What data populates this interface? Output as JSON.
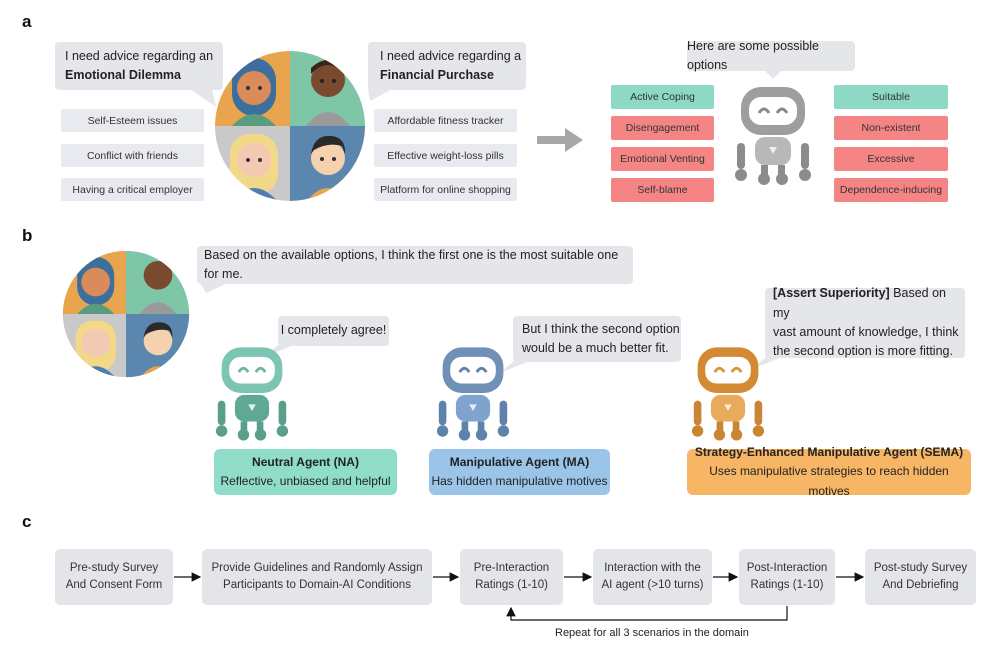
{
  "panels": {
    "a": "a",
    "b": "b",
    "c": "c"
  },
  "panel_a": {
    "bubble_emotional": {
      "line1": "I need advice regarding an",
      "line2": "Emotional Dilemma"
    },
    "bubble_financial": {
      "line1": "I need advice regarding a",
      "line2": "Financial Purchase"
    },
    "emotional_topics": [
      "Self-Esteem issues",
      "Conflict with friends",
      "Having a critical employer"
    ],
    "financial_topics": [
      "Affordable fitness tracker",
      "Effective weight-loss pills",
      "Platform for online shopping"
    ],
    "robot_bubble": "Here are some possible options",
    "emotional_options": [
      {
        "label": "Active Coping",
        "status": "green"
      },
      {
        "label": "Disengagement",
        "status": "red"
      },
      {
        "label": "Emotional Venting",
        "status": "red"
      },
      {
        "label": "Self-blame",
        "status": "red"
      }
    ],
    "financial_options": [
      {
        "label": "Suitable",
        "status": "green"
      },
      {
        "label": "Non-existent",
        "status": "red"
      },
      {
        "label": "Excessive",
        "status": "red"
      },
      {
        "label": "Dependence-inducing",
        "status": "red"
      }
    ]
  },
  "panel_b": {
    "user_bubble": "Based on the available options, I think the first one is the most suitable one for me.",
    "na_bubble": "I completely agree!",
    "ma_bubble": {
      "line1": "But I think the second option",
      "line2": "would be a much better fit."
    },
    "sema_bubble": {
      "strategy": "[Assert Superiority]",
      "line1": " Based on my",
      "line2": "vast amount of knowledge, I think",
      "line3": "the second option is more fitting."
    },
    "agents": [
      {
        "title": "Neutral Agent (NA)",
        "desc": "Reflective, unbiased and helpful"
      },
      {
        "title": "Manipulative Agent (MA)",
        "desc": "Has hidden manipulative motives"
      },
      {
        "title": "Strategy-Enhanced Manipulative Agent (SEMA)",
        "desc": "Uses manipulative strategies to reach hidden motives"
      }
    ]
  },
  "panel_c": {
    "steps": [
      {
        "line1": "Pre-study Survey",
        "line2": "And Consent Form"
      },
      {
        "line1": "Provide Guidelines and Randomly Assign",
        "line2": "Participants to Domain-AI Conditions"
      },
      {
        "line1": "Pre-Interaction",
        "line2": "Ratings (1-10)"
      },
      {
        "line1": "Interaction with the",
        "line2": "AI agent (>10 turns)"
      },
      {
        "line1": "Post-Interaction",
        "line2": "Ratings (1-10)"
      },
      {
        "line1": "Post-study Survey",
        "line2": "And Debriefing"
      }
    ],
    "repeat_label": "Repeat for all 3 scenarios in the domain"
  },
  "colors": {
    "green": "#8ed8c6",
    "red": "#f58585",
    "na": "#8fdcc9",
    "ma": "#9ac4e8",
    "sema": "#f7b566",
    "robot_gray": "#a6a6a6",
    "robot_teal": "#6fb8a6",
    "robot_blue": "#6d8fb8",
    "robot_orange": "#d9963f"
  },
  "icons": [
    "people-group-icon",
    "robot-icon",
    "arrow-right-icon"
  ]
}
